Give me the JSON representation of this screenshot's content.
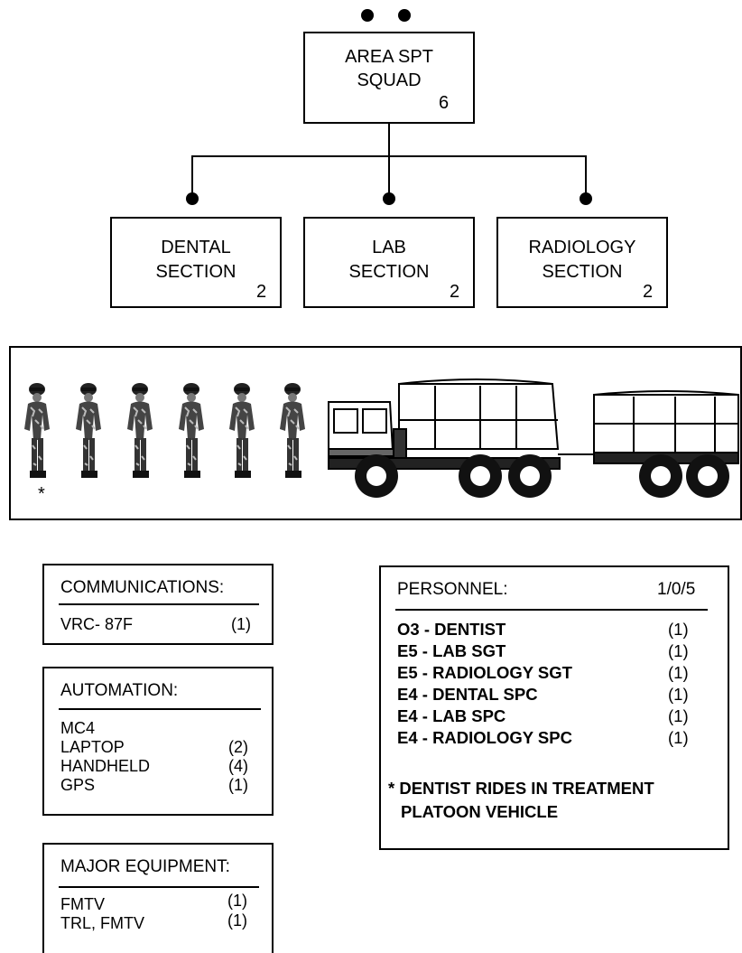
{
  "org": {
    "top": {
      "title_line1": "AREA SPT",
      "title_line2": "SQUAD",
      "count": "6"
    },
    "children": [
      {
        "title_line1": "DENTAL",
        "title_line2": "SECTION",
        "count": "2"
      },
      {
        "title_line1": "LAB",
        "title_line2": "SECTION",
        "count": "2"
      },
      {
        "title_line1": "RADIOLOGY",
        "title_line2": "SECTION",
        "count": "2"
      }
    ]
  },
  "banner": {
    "soldier_marker": "*"
  },
  "communications": {
    "title": "COMMUNICATIONS:",
    "items": [
      {
        "name": "VRC- 87F",
        "qty": "(1)"
      }
    ]
  },
  "automation": {
    "title": "AUTOMATION:",
    "items": [
      {
        "name": "MC4",
        "qty": ""
      },
      {
        "name": "LAPTOP",
        "qty": "(2)"
      },
      {
        "name": "HANDHELD",
        "qty": "(4)"
      },
      {
        "name": "GPS",
        "qty": "(1)"
      }
    ]
  },
  "major_equipment": {
    "title": "MAJOR EQUIPMENT:",
    "items": [
      {
        "name": "FMTV",
        "qty": "(1)"
      },
      {
        "name": "TRL, FMTV",
        "qty": "(1)"
      }
    ]
  },
  "personnel": {
    "title": "PERSONNEL:",
    "ratio": "1/0/5",
    "items": [
      {
        "name": "O3 - DENTIST",
        "qty": "(1)"
      },
      {
        "name": "E5 - LAB SGT",
        "qty": "(1)"
      },
      {
        "name": "E5 - RADIOLOGY SGT",
        "qty": "(1)"
      },
      {
        "name": "E4 - DENTAL SPC",
        "qty": "(1)"
      },
      {
        "name": "E4 - LAB SPC",
        "qty": "(1)"
      },
      {
        "name": "E4 - RADIOLOGY SPC",
        "qty": "(1)"
      }
    ],
    "note_line1": "* DENTIST RIDES IN TREATMENT",
    "note_line2": "PLATOON VEHICLE"
  }
}
